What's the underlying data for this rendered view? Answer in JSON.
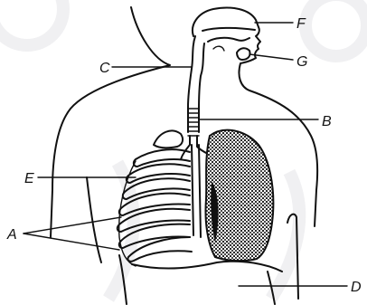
{
  "labels": {
    "A": "A",
    "B": "B",
    "C": "C",
    "D": "D",
    "E": "E",
    "F": "F",
    "G": "G"
  },
  "colors": {
    "ink": "#111111",
    "paper": "#ffffff",
    "watermark": "#c9c9d1"
  }
}
